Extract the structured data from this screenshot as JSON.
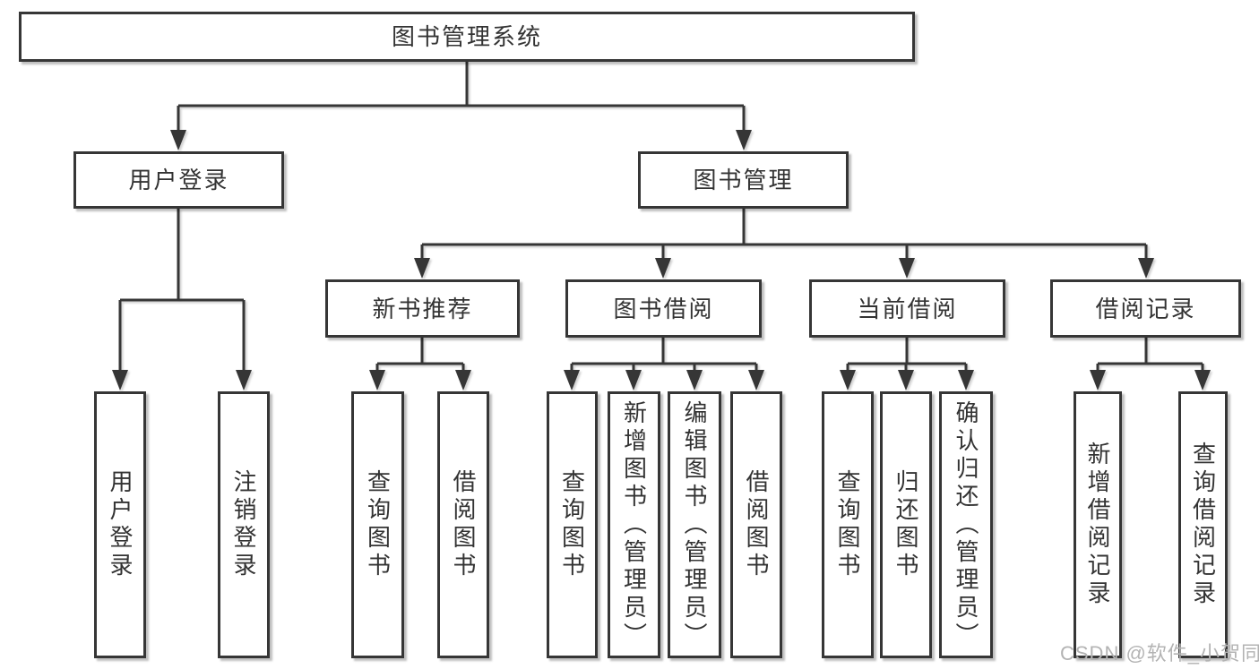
{
  "diagram": {
    "root": {
      "label": "图书管理系统"
    },
    "login": {
      "label": "用户登录",
      "leaves": [
        "用户登录",
        "注销登录"
      ]
    },
    "mgmt": {
      "label": "图书管理",
      "sections": [
        {
          "label": "新书推荐",
          "leaves": [
            "查询图书",
            "借阅图书"
          ]
        },
        {
          "label": "图书借阅",
          "leaves": [
            "查询图书",
            "新增图书（管理员）",
            "编辑图书（管理员）",
            "借阅图书"
          ]
        },
        {
          "label": "当前借阅",
          "leaves": [
            "查询图书",
            "归还图书",
            "确认归还（管理员）"
          ]
        },
        {
          "label": "借阅记录",
          "leaves": [
            "新增借阅记录",
            "查询借阅记录"
          ]
        }
      ]
    }
  },
  "watermark": {
    "text": "CSDN @软件_小贺同学",
    "color": "#b3b3b3"
  },
  "colors": {
    "line": "#363636",
    "box_border": "#363636",
    "box_fill": "#ffffff",
    "text": "#333333",
    "background": "#ffffff"
  }
}
